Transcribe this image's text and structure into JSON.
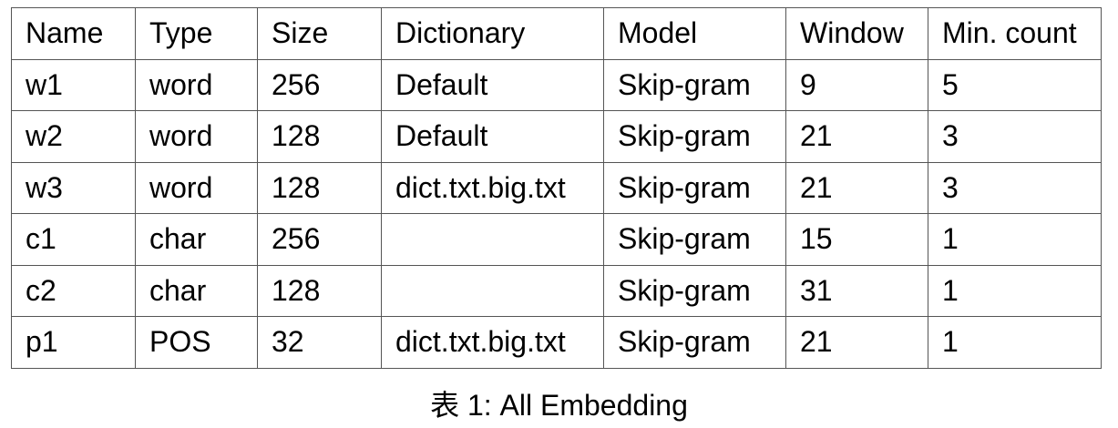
{
  "table": {
    "headers": [
      "Name",
      "Type",
      "Size",
      "Dictionary",
      "Model",
      "Window",
      "Min. count"
    ],
    "rows": [
      [
        "w1",
        "word",
        "256",
        "Default",
        "Skip-gram",
        "9",
        "5"
      ],
      [
        "w2",
        "word",
        "128",
        "Default",
        "Skip-gram",
        "21",
        "3"
      ],
      [
        "w3",
        "word",
        "128",
        "dict.txt.big.txt",
        "Skip-gram",
        "21",
        "3"
      ],
      [
        "c1",
        "char",
        "256",
        "",
        "Skip-gram",
        "15",
        "1"
      ],
      [
        "c2",
        "char",
        "128",
        "",
        "Skip-gram",
        "31",
        "1"
      ],
      [
        "p1",
        "POS",
        "32",
        "dict.txt.big.txt",
        "Skip-gram",
        "21",
        "1"
      ]
    ]
  },
  "caption": "表 1: All Embedding"
}
